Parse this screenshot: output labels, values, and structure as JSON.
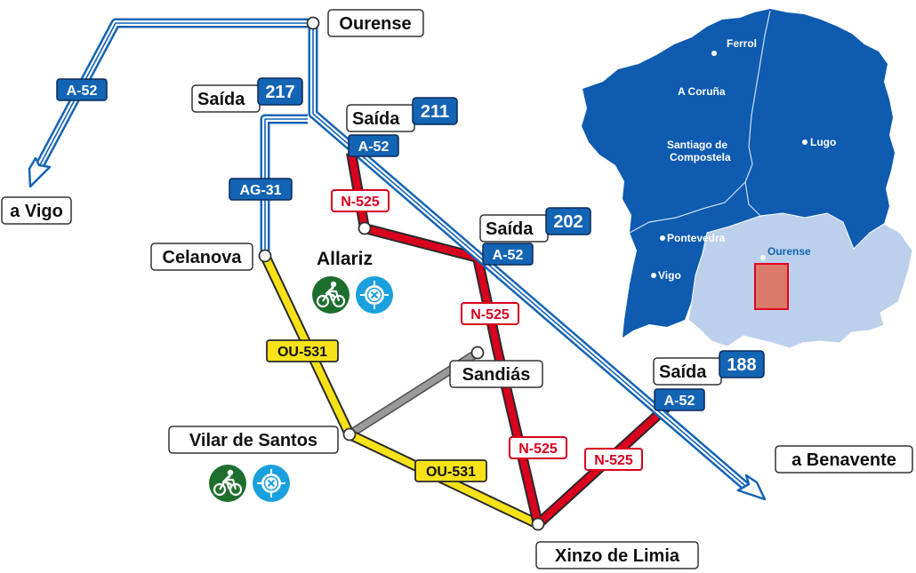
{
  "places": {
    "ourense": "Ourense",
    "vigo": "a Vigo",
    "celanova": "Celanova",
    "allariz": "Allariz",
    "sandias": "Sandiás",
    "vilar_de_santos": "Vilar de Santos",
    "xinzo": "Xinzo de Limia",
    "benavente": "a Benavente"
  },
  "exits": [
    {
      "label": "Saída",
      "number": "217"
    },
    {
      "label": "Saída",
      "number": "211"
    },
    {
      "label": "Saída",
      "number": "202"
    },
    {
      "label": "Saída",
      "number": "188"
    }
  ],
  "road_badges": {
    "a52_1": "A-52",
    "a52_2": "A-52",
    "a52_3": "A-52",
    "a52_4": "A-52",
    "ag31": "AG-31",
    "n525_1": "N-525",
    "n525_2": "N-525",
    "n525_3": "N-525",
    "n525_4": "N-525",
    "ou531_1": "OU-531",
    "ou531_2": "OU-531"
  },
  "inset_map": {
    "cities": [
      "Ferrol",
      "A Coruña",
      "Santiago de",
      "Compostela",
      "Lugo",
      "Pontevedra",
      "Ourense",
      "Vigo"
    ]
  },
  "icons": [
    "cycling-route-icon",
    "viewpoint-icon"
  ],
  "colors": {
    "motorway": "#1464b4",
    "national_road": "#d8001e",
    "regional_road": "#f7e21a",
    "local_road": "#8c8c8c",
    "cycling_icon": "#1e6e2e",
    "viewpoint_icon": "#1aa0dc",
    "province_dark": "#0e5bb0",
    "province_light": "#bcd0ec",
    "highlight": "#d97a6a"
  }
}
